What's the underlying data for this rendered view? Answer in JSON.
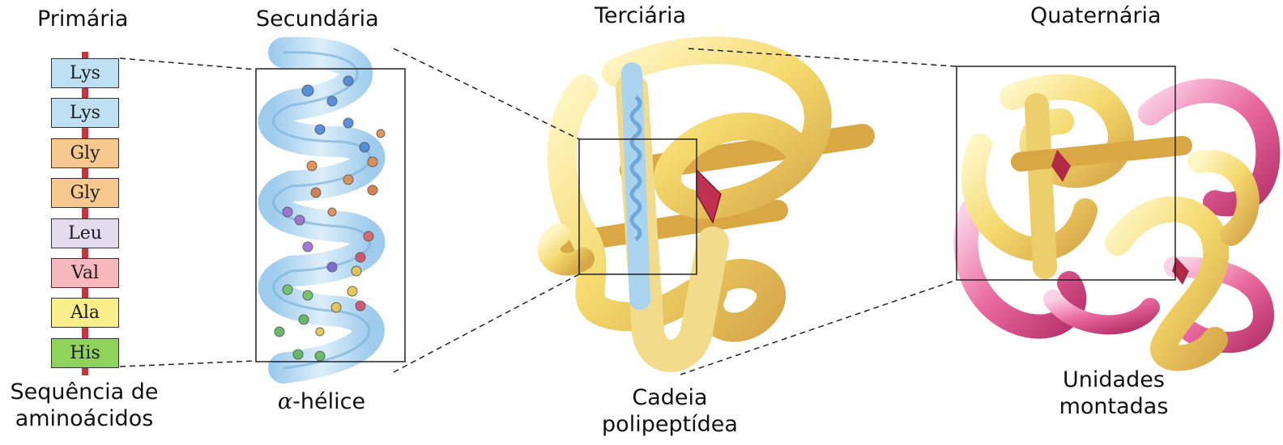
{
  "levels": {
    "primary": {
      "title": "Primária",
      "caption_lines": [
        "Sequência de",
        "aminoácidos"
      ],
      "residues": [
        {
          "name": "Lys",
          "color": "#bfe0f2"
        },
        {
          "name": "Lys",
          "color": "#bfe0f2"
        },
        {
          "name": "Gly",
          "color": "#f7c98e"
        },
        {
          "name": "Gly",
          "color": "#f7c98e"
        },
        {
          "name": "Leu",
          "color": "#e4dbee"
        },
        {
          "name": "Val",
          "color": "#f6b8bd"
        },
        {
          "name": "Ala",
          "color": "#f8ef8a"
        },
        {
          "name": "His",
          "color": "#8fd35a"
        }
      ]
    },
    "secondary": {
      "title": "Secundária",
      "caption_symbol": "α",
      "caption_text": "-hélice"
    },
    "tertiary": {
      "title": "Terciária",
      "caption_lines": [
        "Cadeia",
        "polipeptídea"
      ]
    },
    "quaternary": {
      "title": "Quaternária",
      "caption_lines": [
        "Unidades",
        "montadas"
      ]
    }
  },
  "colors": {
    "backbone": "#c8343e",
    "helix_ribbon": "#a9d3ef",
    "tertiary_ribbon": "#f6df86",
    "tertiary_shadow": "#d9a845",
    "quaternary_pink": "#e46aa4",
    "zoom_lines": "#222222"
  }
}
